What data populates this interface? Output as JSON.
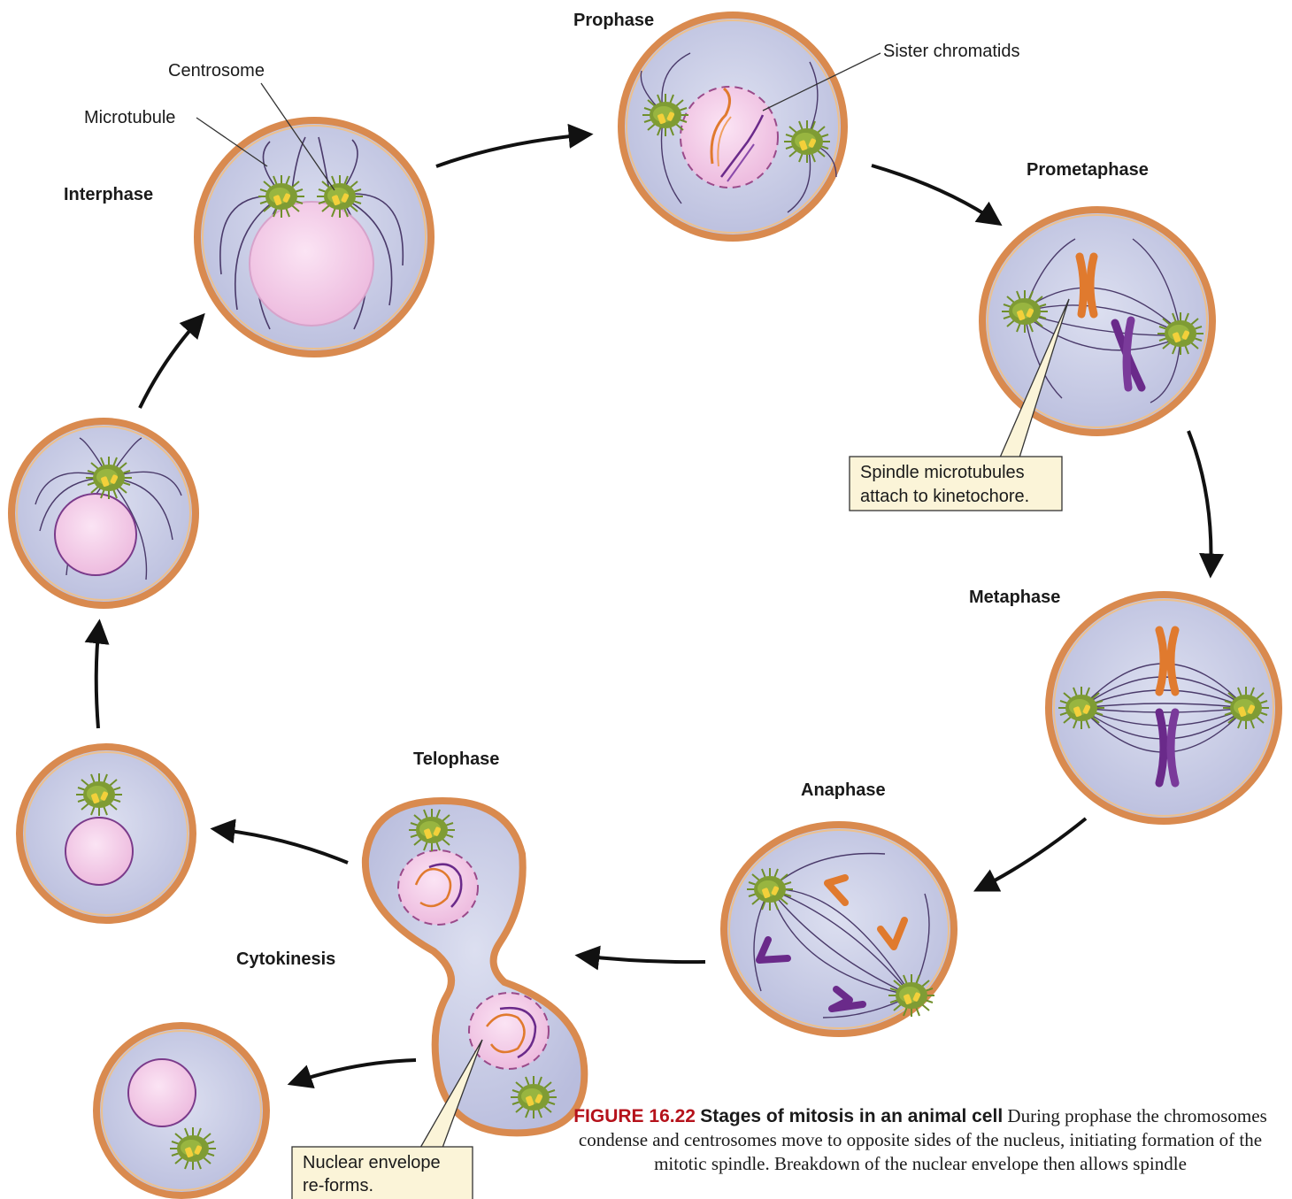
{
  "labels": {
    "interphase": "Interphase",
    "prophase": "Prophase",
    "prometaphase": "Prometaphase",
    "metaphase": "Metaphase",
    "anaphase": "Anaphase",
    "telophase": "Telophase",
    "cytokinesis": "Cytokinesis",
    "centrosome": "Centrosome",
    "microtubule": "Microtubule",
    "sister_chromatids": "Sister chromatids"
  },
  "callouts": {
    "kinetochore": [
      "Spindle microtubules",
      "attach to kinetochore."
    ],
    "nuclear_envelope": [
      "Nuclear envelope",
      "re-forms."
    ]
  },
  "caption": {
    "figure_number": "FIGURE 16.22",
    "title": "Stages of mitosis in an animal cell",
    "text": "During prophase the chromosomes condense and centrosomes move to opposite sides of the nucleus, initiating formation of the mitotic spindle. Breakdown of the nuclear envelope then allows spindle"
  },
  "colors": {
    "membrane": "#d98a4f",
    "cytoplasm": "#c8cbe6",
    "nucleus": "#f2c6e6",
    "centrosome": "#7a9a2e",
    "chromosome_orange": "#e07a2e",
    "chromosome_purple": "#6a2a8a",
    "arrow": "#111111",
    "caption_red": "#b5121b"
  }
}
